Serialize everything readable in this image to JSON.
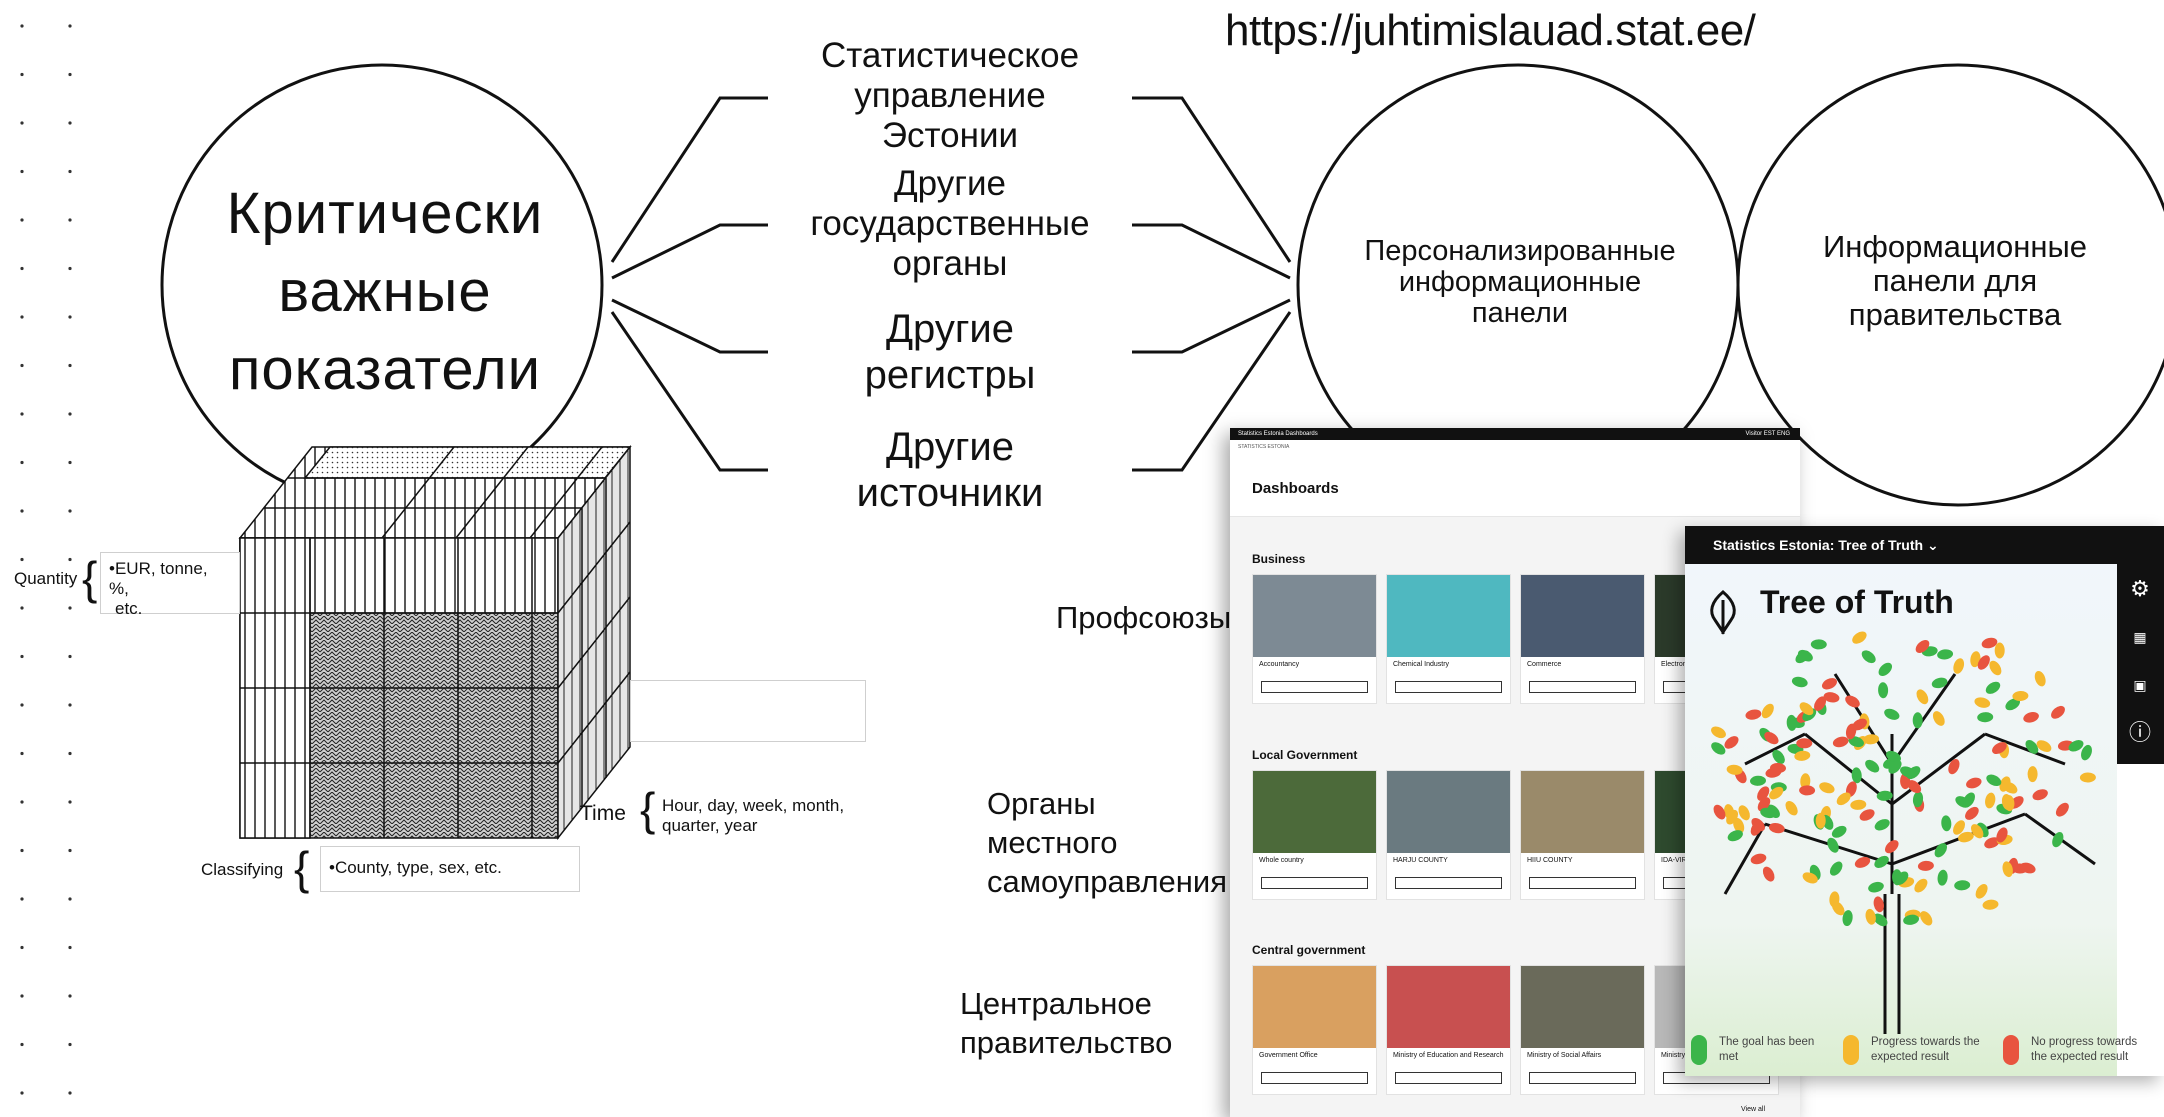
{
  "url": "https://juhtimislauad.stat.ee/",
  "kpi_circle": {
    "line1": "Критически",
    "line2": "важные",
    "line3": "показатели"
  },
  "sources": [
    {
      "lines": [
        "Статистическое",
        "управление",
        "Эстонии"
      ]
    },
    {
      "lines": [
        "Другие",
        "государственные",
        "органы"
      ]
    },
    {
      "lines": [
        "Другие",
        "регистры"
      ]
    },
    {
      "lines": [
        "Другие",
        "источники"
      ]
    }
  ],
  "personal_panels": {
    "lines": [
      "Персонализированные",
      "информационные",
      "панели"
    ]
  },
  "gov_panels": {
    "lines": [
      "Информационные",
      "панели для",
      "правительства"
    ]
  },
  "audiences": {
    "unions": "Профсоюзы",
    "local_gov": [
      "Органы",
      "местного",
      "самоуправления"
    ],
    "central_gov": [
      "Центральное",
      "правительство"
    ]
  },
  "cube": {
    "quantity_label": "Quantity",
    "quantity_values": [
      "•EUR, tonne, %,",
      "etc."
    ],
    "time_label": "Time",
    "time_values": [
      "Hour, day, week, month,",
      "quarter, year"
    ],
    "classifying_label": "Classifying",
    "classifying_values": "•County, type, sex, etc."
  },
  "dashboards": {
    "topbar_left": "Statistics Estonia   Dashboards",
    "topbar_right": "Visitor   EST  ENG",
    "logo": "STATISTICS ESTONIA",
    "page_title": "Dashboards",
    "sections": [
      {
        "title": "Business",
        "cards": [
          "Accountancy",
          "Chemical Industry",
          "Commerce",
          "Electroni"
        ]
      },
      {
        "title": "Local Government",
        "cards": [
          "Whole country",
          "HARJU COUNTY",
          "HIIU COUNTY",
          "IDA-VIRU"
        ]
      },
      {
        "title": "Central government",
        "cards": [
          "Government Office",
          "Ministry of Education and Research",
          "Ministry of Social Affairs",
          "Ministry"
        ]
      }
    ],
    "view_all": "View all",
    "colors": {
      "card_imgs": [
        "#7d8a94",
        "#4fb8c0",
        "#4a5a70",
        "#2b3a2a",
        "#4c6a3a",
        "#6a7a80",
        "#9a8a6a",
        "#2e4a2e",
        "#d9a060",
        "#c85050",
        "#6a6a5a",
        "#b8b8b8"
      ]
    }
  },
  "tree_of_truth": {
    "header_prefix": "Statistics Estonia:",
    "header_name": "Tree of Truth",
    "title": "Tree of Truth",
    "legend": [
      {
        "text": [
          "The goal has been",
          "met"
        ],
        "color": "#3bb54a"
      },
      {
        "text": [
          "Progress towards the",
          "expected result"
        ],
        "color": "#f5b82e"
      },
      {
        "text": [
          "No progress towards",
          "the expected result"
        ],
        "color": "#e8543f"
      }
    ]
  }
}
